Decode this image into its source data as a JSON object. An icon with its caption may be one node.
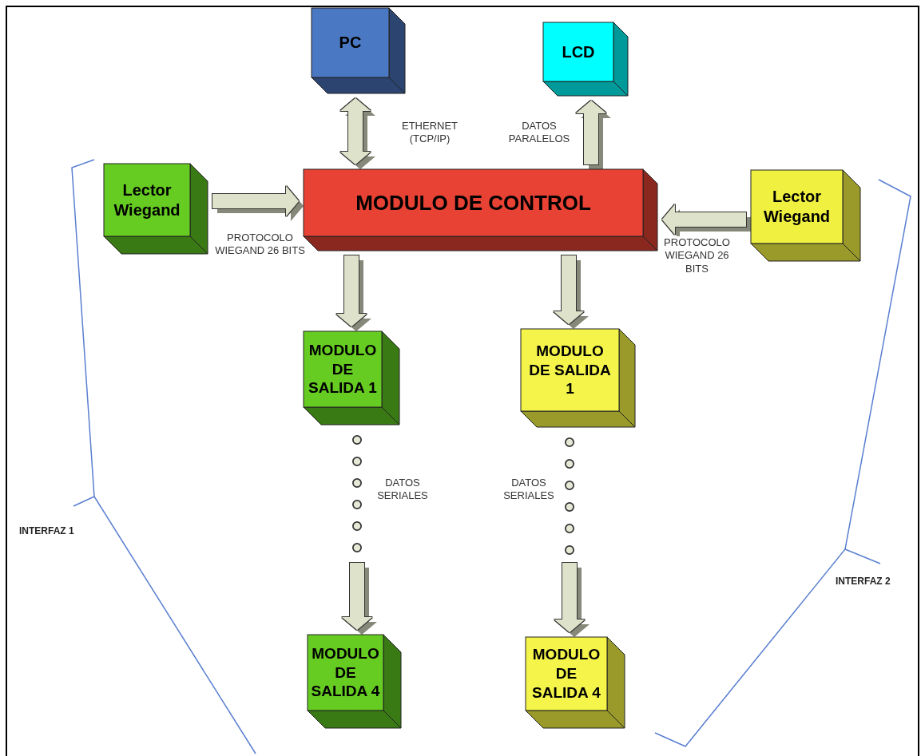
{
  "diagram": {
    "nodes": [
      {
        "text": [
          "PC"
        ]
      },
      {
        "text": [
          "LCD"
        ]
      },
      {
        "text": [
          "Lector Wiegand"
        ]
      },
      {
        "text": [
          "MODULO DE CONTROL"
        ]
      },
      {
        "text": [
          "Lector Wiegand"
        ]
      },
      {
        "text": [
          "MODULO DE SALIDA 1"
        ]
      },
      {
        "text": [
          "MODULO DE SALIDA 1"
        ]
      },
      {
        "text": [
          "MODULO DE SALIDA 4"
        ]
      },
      {
        "text": [
          "MODULO DE SALIDA 4"
        ]
      }
    ],
    "edges": [
      {
        "from": 0,
        "to": 3,
        "arrow": "both",
        "label": "ETHERNET (TCP/IP)"
      },
      {
        "from": 3,
        "to": 1,
        "arrow": "to",
        "label": "DATOS PARALELOS"
      },
      {
        "from": 2,
        "to": 3,
        "arrow": "to",
        "label": "PROTOCOLO WIEGAND 26 BITS"
      },
      {
        "from": 4,
        "to": 3,
        "arrow": "to",
        "label": "PROTOCOLO WIEGAND 26 BITS"
      },
      {
        "from": 3,
        "to": 5,
        "arrow": "to"
      },
      {
        "from": 3,
        "to": 6,
        "arrow": "to"
      },
      {
        "from": 5,
        "to": 7,
        "arrow": "to",
        "style": "dashed",
        "label": "DATOS SERIALES"
      },
      {
        "from": 6,
        "to": 8,
        "arrow": "to",
        "style": "dashed",
        "label": "DATOS SERIALES"
      }
    ],
    "labels": [
      "INTERFAZ 1",
      "INTERFAZ 2"
    ]
  }
}
